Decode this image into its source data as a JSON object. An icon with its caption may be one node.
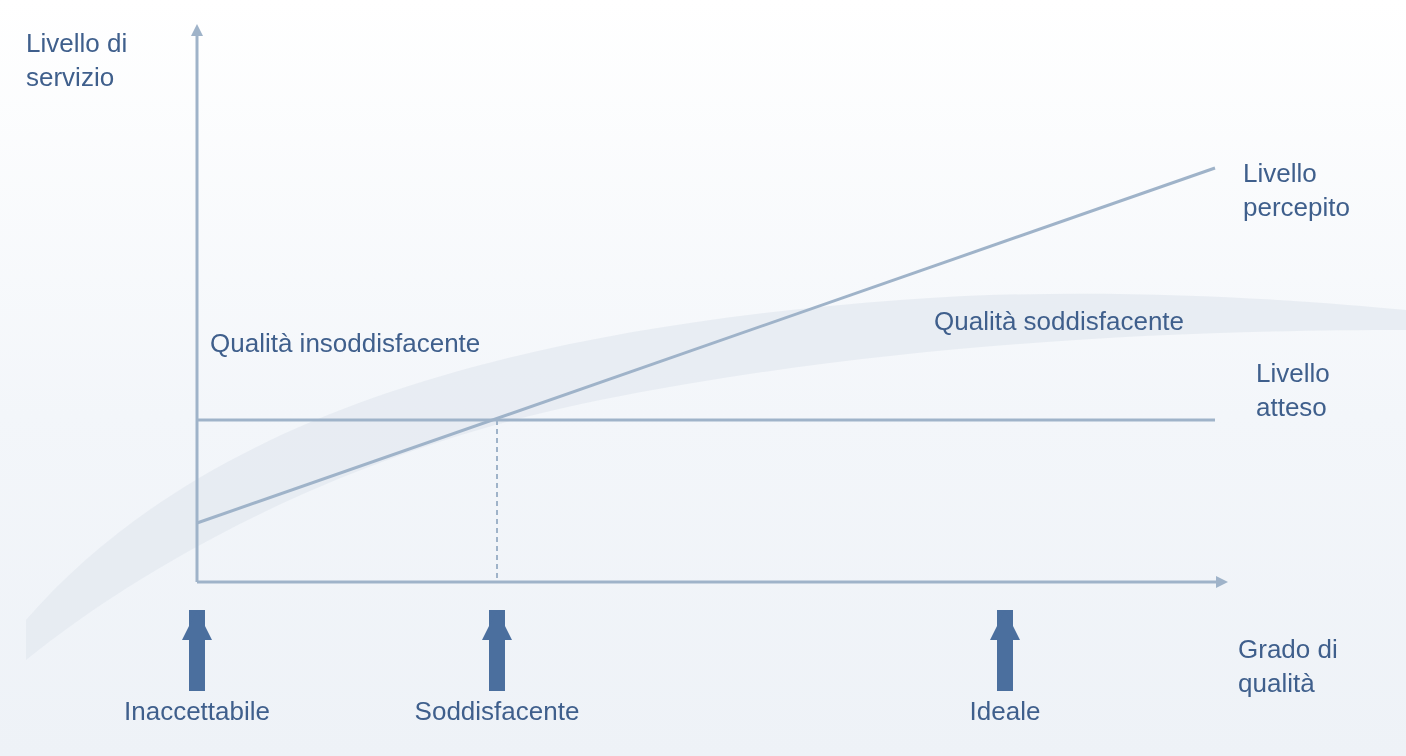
{
  "diagram": {
    "nodes": [
      {
        "text": [
          "Inaccettabile"
        ]
      },
      {
        "text": [
          "Soddisfacente"
        ]
      },
      {
        "text": [
          "Ideale"
        ]
      }
    ],
    "edges": [
      {
        "from": 0,
        "to": null,
        "arrow": "to"
      },
      {
        "from": 1,
        "to": null,
        "arrow": "to"
      },
      {
        "from": 2,
        "to": null,
        "arrow": "to"
      }
    ],
    "labels": [
      "Livello di servizio",
      "Livello percepito",
      "Qualità insoddisfacente",
      "Qualità soddisfacente",
      "Livello atteso",
      "Grado di qualità"
    ]
  }
}
